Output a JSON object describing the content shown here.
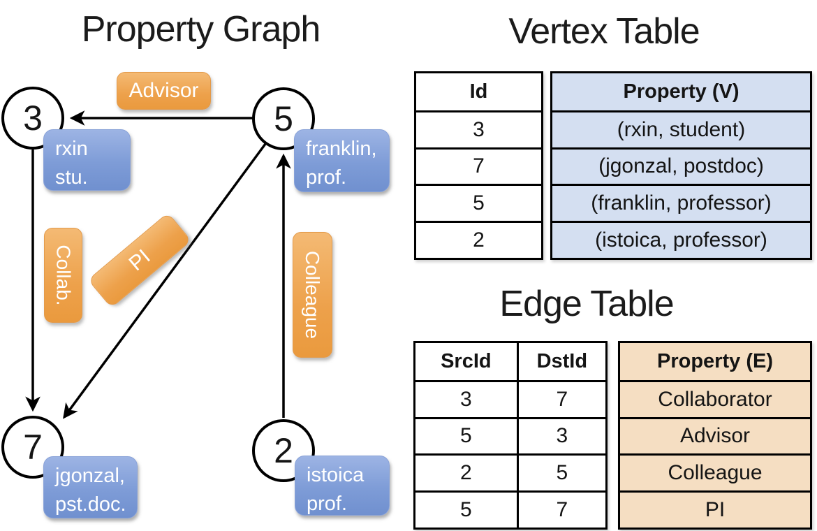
{
  "graph": {
    "title": "Property Graph",
    "nodes": [
      {
        "id": "3",
        "label_line1": "rxin",
        "label_line2": "stu."
      },
      {
        "id": "5",
        "label_line1": "franklin,",
        "label_line2": "prof."
      },
      {
        "id": "7",
        "label_line1": "jgonzal,",
        "label_line2": "pst.doc."
      },
      {
        "id": "2",
        "label_line1": "istoica",
        "label_line2": "prof."
      }
    ],
    "edge_labels": {
      "advisor": "Advisor",
      "collab": "Collab.",
      "pi": "PI",
      "colleague": "Colleague"
    }
  },
  "vertex_table": {
    "title": "Vertex Table",
    "columns": [
      "Id",
      "Property (V)"
    ],
    "rows": [
      [
        "3",
        "(rxin, student)"
      ],
      [
        "7",
        "(jgonzal, postdoc)"
      ],
      [
        "5",
        "(franklin, professor)"
      ],
      [
        "2",
        "(istoica, professor)"
      ]
    ]
  },
  "edge_table": {
    "title": "Edge Table",
    "columns": [
      "SrcId",
      "DstId",
      "Property (E)"
    ],
    "rows": [
      [
        "3",
        "7",
        "Collaborator"
      ],
      [
        "5",
        "3",
        "Advisor"
      ],
      [
        "2",
        "5",
        "Colleague"
      ],
      [
        "5",
        "7",
        "PI"
      ]
    ]
  },
  "colors": {
    "edge_label_orange": "#EDA14B",
    "vertex_box_blue": "#7E9CD7",
    "vertex_property_bg": "#D4DFF1",
    "edge_property_bg": "#F5DEC2",
    "line": "#000000"
  }
}
